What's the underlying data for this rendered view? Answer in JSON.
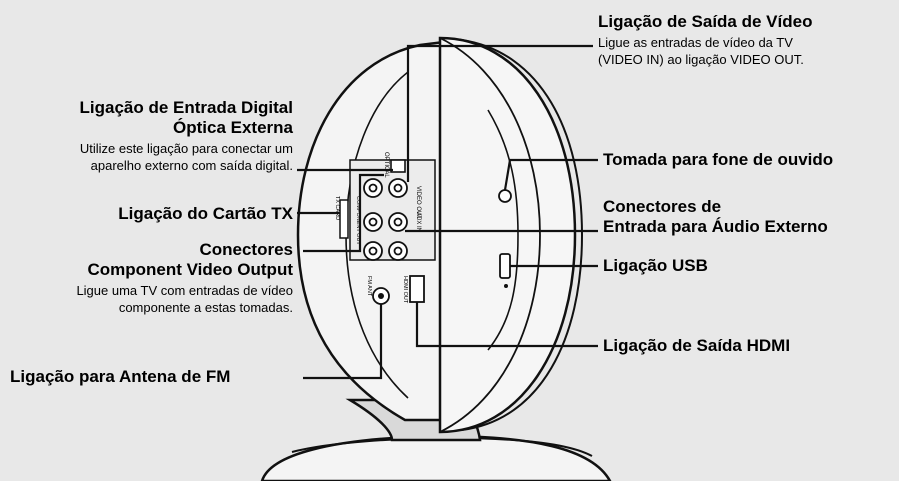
{
  "labels": {
    "video_out": {
      "title": "Ligação de Saída de Vídeo",
      "desc1": "Ligue as entradas de vídeo da TV",
      "desc2": "(VIDEO IN) ao ligação VIDEO OUT."
    },
    "optical_in": {
      "title1": "Ligação de Entrada Digital",
      "title2": "Óptica Externa",
      "desc1": "Utilize este ligação para conectar um",
      "desc2": "aparelho externo com saída digital."
    },
    "tx_card": {
      "title": "Ligação do Cartão TX"
    },
    "component": {
      "title1": "Conectores",
      "title2": "Component Video Output",
      "desc1": "Ligue uma TV com entradas de vídeo",
      "desc2": "componente a estas tomadas."
    },
    "fm": {
      "title": "Ligação para Antena de FM"
    },
    "headphone": {
      "title": "Tomada para fone de ouvido"
    },
    "aux_in": {
      "title1": "Conectores de",
      "title2": "Entrada para Áudio Externo"
    },
    "usb": {
      "title": "Ligação USB"
    },
    "hdmi": {
      "title": "Ligação de Saída HDMI"
    }
  },
  "panel_text": {
    "optical": "OPTICAL",
    "video_out": "VIDEO OUT",
    "component": "COMPONENT OUT",
    "tx": "TX CARD",
    "aux": "AUX IN",
    "fm": "FM ANT",
    "hdmi": "HDMI OUT"
  }
}
